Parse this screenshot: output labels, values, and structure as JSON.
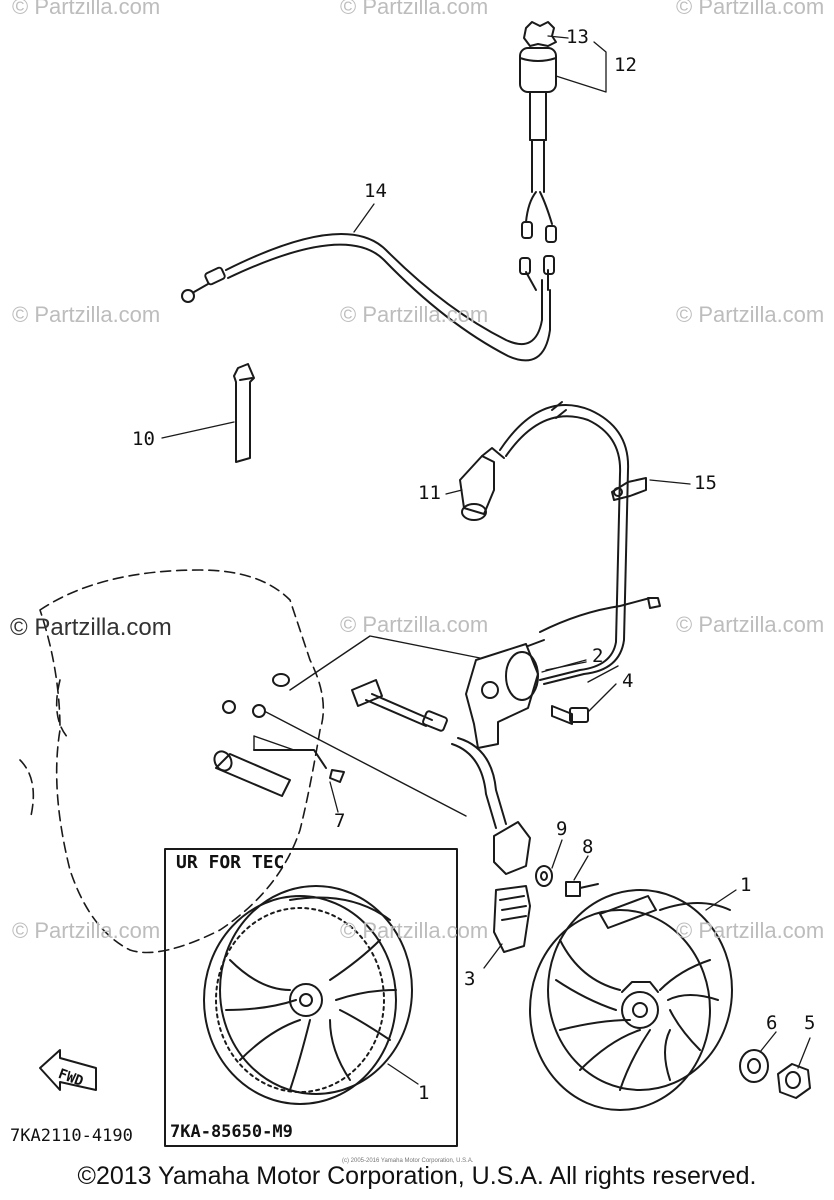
{
  "watermarks": {
    "text": "© Partzilla.com"
  },
  "callouts": {
    "c1a": "1",
    "c1b": "1",
    "c2": "2",
    "c3": "3",
    "c4": "4",
    "c5": "5",
    "c6": "6",
    "c7": "7",
    "c8": "8",
    "c9": "9",
    "c10": "10",
    "c11": "11",
    "c12": "12",
    "c13": "13",
    "c14": "14",
    "c15": "15"
  },
  "inset": {
    "title": "UR FOR TEC",
    "part_number": "7KA-85650-M9"
  },
  "fwd_arrow": {
    "label": "FWD"
  },
  "diagram_code": "7KA2110-4190",
  "small_copyright": "(c) 2005-2016 Yamaha Motor Corporation, U.S.A.",
  "footer": "©2013 Yamaha Motor Corporation, U.S.A. All rights reserved.",
  "colors": {
    "line": "#1a1a1a",
    "watermark": "#bdbdbd",
    "background": "#ffffff"
  }
}
